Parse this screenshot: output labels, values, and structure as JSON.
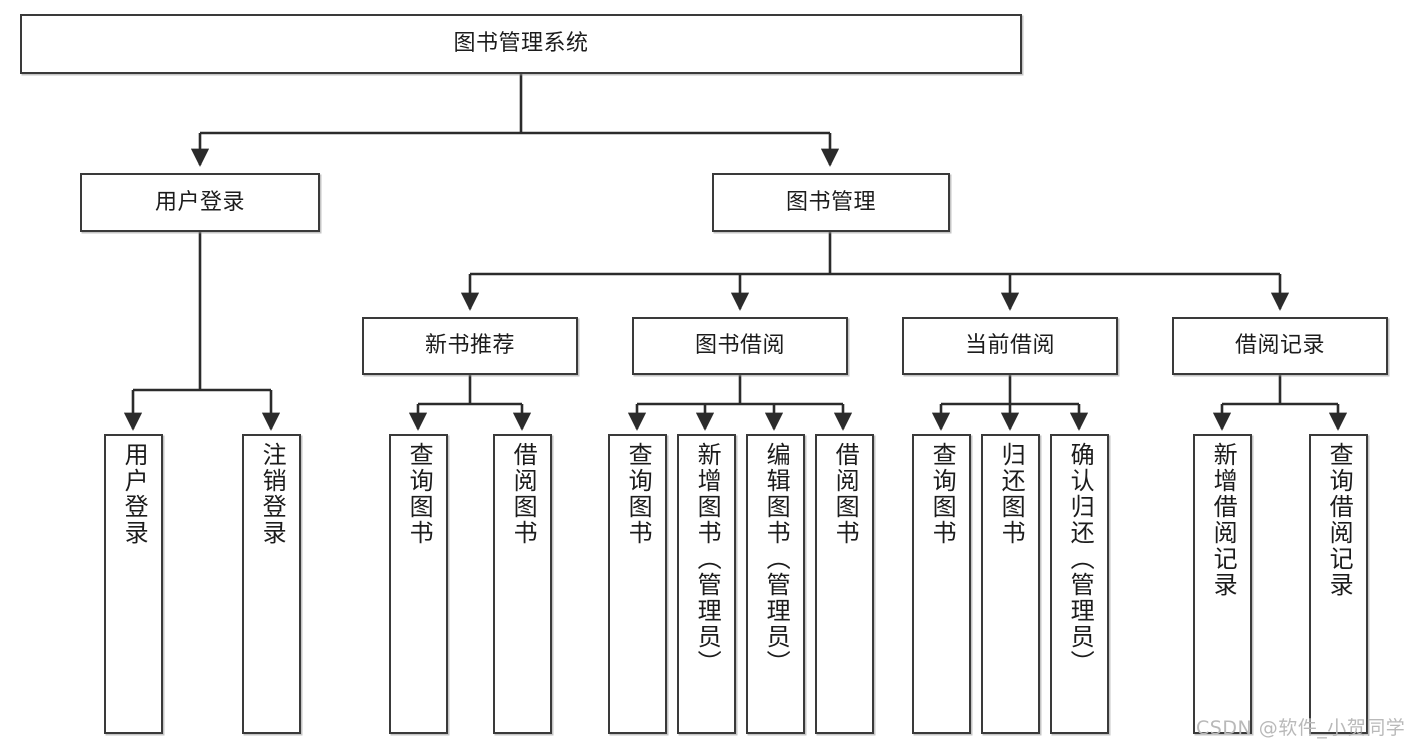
{
  "diagram": {
    "title": "图书管理系统",
    "type": "tree-hierarchy-diagram",
    "watermark": "CSDN @软件_小贺同学",
    "colors": {
      "box_border": "#3a3a3a",
      "box_fill": "#ffffff",
      "edge": "#2b2b2b",
      "text": "#1c1c1c",
      "watermark": "#b9b9b9"
    },
    "root": {
      "label": "图书管理系统"
    },
    "level1": [
      {
        "label": "用户登录"
      },
      {
        "label": "图书管理"
      }
    ],
    "level2": [
      {
        "label": "新书推荐"
      },
      {
        "label": "图书借阅"
      },
      {
        "label": "当前借阅"
      },
      {
        "label": "借阅记录"
      }
    ],
    "leaves": {
      "user_login": [
        {
          "label": "用户登录"
        },
        {
          "label": "注销登录"
        }
      ],
      "new_book_recommend": [
        {
          "label": "查询图书"
        },
        {
          "label": "借阅图书"
        }
      ],
      "book_borrow": [
        {
          "label": "查询图书"
        },
        {
          "label": "新增图书（管理员）"
        },
        {
          "label": "编辑图书（管理员）"
        },
        {
          "label": "借阅图书"
        }
      ],
      "current_borrow": [
        {
          "label": "查询图书"
        },
        {
          "label": "归还图书"
        },
        {
          "label": "确认归还（管理员）"
        }
      ],
      "borrow_record": [
        {
          "label": "新增借阅记录"
        },
        {
          "label": "查询借阅记录"
        }
      ]
    }
  }
}
